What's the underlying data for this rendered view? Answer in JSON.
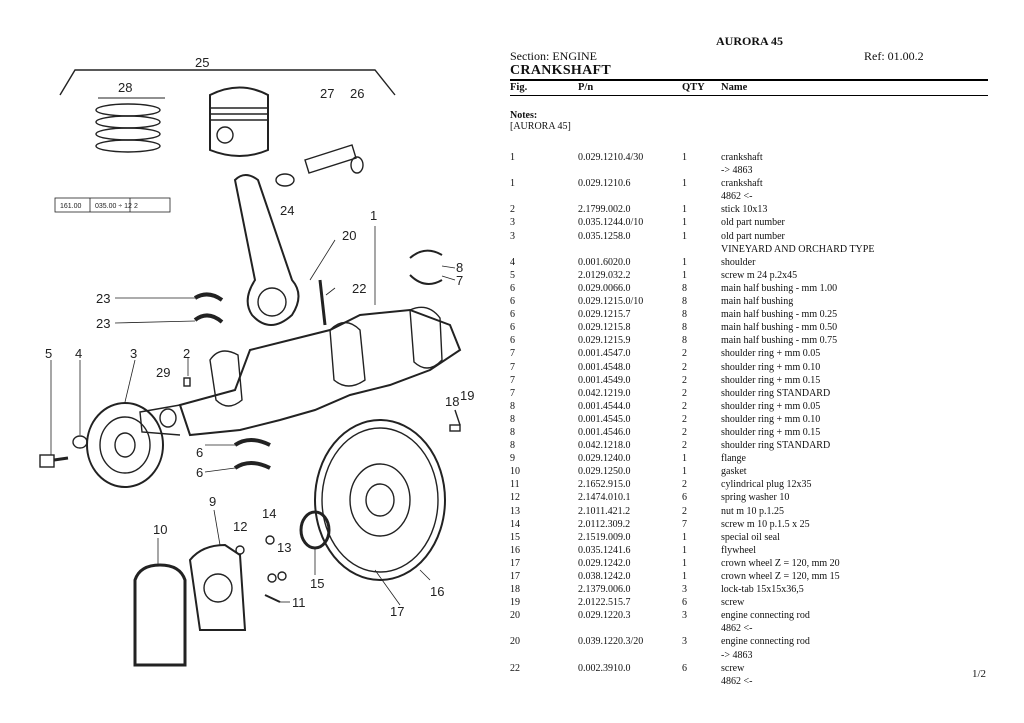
{
  "header": {
    "model": "AURORA 45",
    "section": "Section: ENGINE",
    "ref": "Ref: 01.00.2",
    "group_name": "CRANKSHAFT"
  },
  "columns": {
    "fig": "Fig.",
    "pn": "P/n",
    "qty": "QTY",
    "name": "Name"
  },
  "notes": {
    "label": "Notes:",
    "value": "[AURORA 45]"
  },
  "diagram": {
    "callouts": [
      "25",
      "28",
      "27",
      "26",
      "24",
      "1",
      "20",
      "8",
      "7",
      "22",
      "23",
      "23",
      "5",
      "4",
      "3",
      "2",
      "29",
      "18",
      "19",
      "6",
      "6",
      "9",
      "14",
      "12",
      "13",
      "10",
      "15",
      "16",
      "11",
      "17"
    ],
    "spec_box": [
      "161.00",
      "035.00 ÷ 12",
      "2"
    ]
  },
  "parts": [
    {
      "fig": "1",
      "pn": "0.029.1210.4/30",
      "qty": "1",
      "name": "crankshaft"
    },
    {
      "fig": "",
      "pn": "",
      "qty": "",
      "name": "-> 4863"
    },
    {
      "fig": "1",
      "pn": "0.029.1210.6",
      "qty": "1",
      "name": "crankshaft"
    },
    {
      "fig": "",
      "pn": "",
      "qty": "",
      "name": "4862 <-"
    },
    {
      "fig": "2",
      "pn": "2.1799.002.0",
      "qty": "1",
      "name": "stick 10x13"
    },
    {
      "fig": "3",
      "pn": "0.035.1244.0/10",
      "qty": "1",
      "name": "old part number"
    },
    {
      "fig": "3",
      "pn": "0.035.1258.0",
      "qty": "1",
      "name": "old part number"
    },
    {
      "fig": "",
      "pn": "",
      "qty": "",
      "name": "VINEYARD AND ORCHARD TYPE"
    },
    {
      "fig": "4",
      "pn": "0.001.6020.0",
      "qty": "1",
      "name": "shoulder"
    },
    {
      "fig": "5",
      "pn": "2.0129.032.2",
      "qty": "1",
      "name": "screw m 24 p.2x45"
    },
    {
      "fig": "6",
      "pn": "0.029.0066.0",
      "qty": "8",
      "name": "main half bushing - mm 1.00"
    },
    {
      "fig": "6",
      "pn": "0.029.1215.0/10",
      "qty": "8",
      "name": "main half bushing"
    },
    {
      "fig": "6",
      "pn": "0.029.1215.7",
      "qty": "8",
      "name": "main half bushing - mm 0.25"
    },
    {
      "fig": "6",
      "pn": "0.029.1215.8",
      "qty": "8",
      "name": "main half bushing - mm 0.50"
    },
    {
      "fig": "6",
      "pn": "0.029.1215.9",
      "qty": "8",
      "name": "main half bushing - mm 0.75"
    },
    {
      "fig": "7",
      "pn": "0.001.4547.0",
      "qty": "2",
      "name": "shoulder ring + mm 0.05"
    },
    {
      "fig": "7",
      "pn": "0.001.4548.0",
      "qty": "2",
      "name": "shoulder ring + mm 0.10"
    },
    {
      "fig": "7",
      "pn": "0.001.4549.0",
      "qty": "2",
      "name": "shoulder ring + mm 0.15"
    },
    {
      "fig": "7",
      "pn": "0.042.1219.0",
      "qty": "2",
      "name": "shoulder ring STANDARD"
    },
    {
      "fig": "8",
      "pn": "0.001.4544.0",
      "qty": "2",
      "name": "shoulder ring + mm 0.05"
    },
    {
      "fig": "8",
      "pn": "0.001.4545.0",
      "qty": "2",
      "name": "shoulder ring + mm 0.10"
    },
    {
      "fig": "8",
      "pn": "0.001.4546.0",
      "qty": "2",
      "name": "shoulder ring + mm 0.15"
    },
    {
      "fig": "8",
      "pn": "0.042.1218.0",
      "qty": "2",
      "name": "shoulder ring STANDARD"
    },
    {
      "fig": "9",
      "pn": "0.029.1240.0",
      "qty": "1",
      "name": "flange"
    },
    {
      "fig": "10",
      "pn": "0.029.1250.0",
      "qty": "1",
      "name": "gasket"
    },
    {
      "fig": "11",
      "pn": "2.1652.915.0",
      "qty": "2",
      "name": "cylindrical plug 12x35"
    },
    {
      "fig": "12",
      "pn": "2.1474.010.1",
      "qty": "6",
      "name": "spring washer 10"
    },
    {
      "fig": "13",
      "pn": "2.1011.421.2",
      "qty": "2",
      "name": "nut m 10 p.1.25"
    },
    {
      "fig": "14",
      "pn": "2.0112.309.2",
      "qty": "7",
      "name": "screw m 10 p.1.5 x 25"
    },
    {
      "fig": "15",
      "pn": "2.1519.009.0",
      "qty": "1",
      "name": "special oil seal"
    },
    {
      "fig": "16",
      "pn": "0.035.1241.6",
      "qty": "1",
      "name": "flywheel"
    },
    {
      "fig": "17",
      "pn": "0.029.1242.0",
      "qty": "1",
      "name": "crown wheel Z = 120, mm 20"
    },
    {
      "fig": "17",
      "pn": "0.038.1242.0",
      "qty": "1",
      "name": "crown wheel Z = 120, mm 15"
    },
    {
      "fig": "18",
      "pn": "2.1379.006.0",
      "qty": "3",
      "name": "lock-tab 15x15x36,5"
    },
    {
      "fig": "19",
      "pn": "2.0122.515.7",
      "qty": "6",
      "name": "screw"
    },
    {
      "fig": "20",
      "pn": "0.029.1220.3",
      "qty": "3",
      "name": "engine connecting rod"
    },
    {
      "fig": "",
      "pn": "",
      "qty": "",
      "name": "4862 <-"
    },
    {
      "fig": "20",
      "pn": "0.039.1220.3/20",
      "qty": "3",
      "name": "engine connecting rod"
    },
    {
      "fig": "",
      "pn": "",
      "qty": "",
      "name": "-> 4863"
    },
    {
      "fig": "22",
      "pn": "0.002.3910.0",
      "qty": "6",
      "name": "screw"
    },
    {
      "fig": "",
      "pn": "",
      "qty": "",
      "name": "4862 <-"
    }
  ],
  "page": "1/2"
}
